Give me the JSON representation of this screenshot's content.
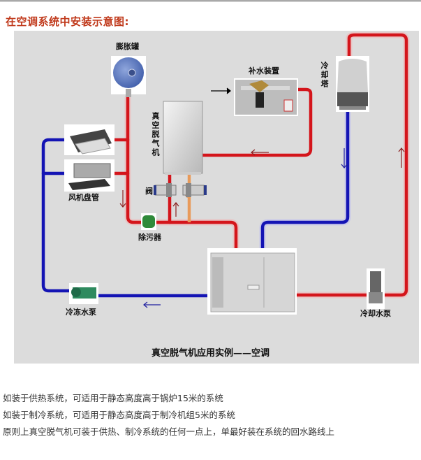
{
  "title": "在空调系统中安装示意图:",
  "diagram": {
    "caption": "真空脱气机应用实例——空调",
    "labels": {
      "expansion_tank": "膨胀罐",
      "makeup_water": "补水装置",
      "cooling_tower": "冷却塔",
      "vacuum_degasser": "真空脱气机",
      "fan_coil": "风机盘管",
      "valve": "阀",
      "dirt_separator": "除污器",
      "chilled_water_pump": "冷冻水泵",
      "cooling_water_pump": "冷却水泵"
    },
    "colors": {
      "supply_pipe": "#d4151b",
      "return_pipe": "#1414b4",
      "degasser_outlet_pipe": "#e89a5a",
      "panel_bg": "#dcdcdc"
    }
  },
  "notes": [
    "如装于供热系统，可适用于静态高度高于锅炉15米的系统",
    "如装于制冷系统，可适用于静态高度高于制冷机组5米的系统",
    "原则上真空脱气机可装于供热、制冷系统的任何一点上，单最好装在系统的回水路线上"
  ]
}
